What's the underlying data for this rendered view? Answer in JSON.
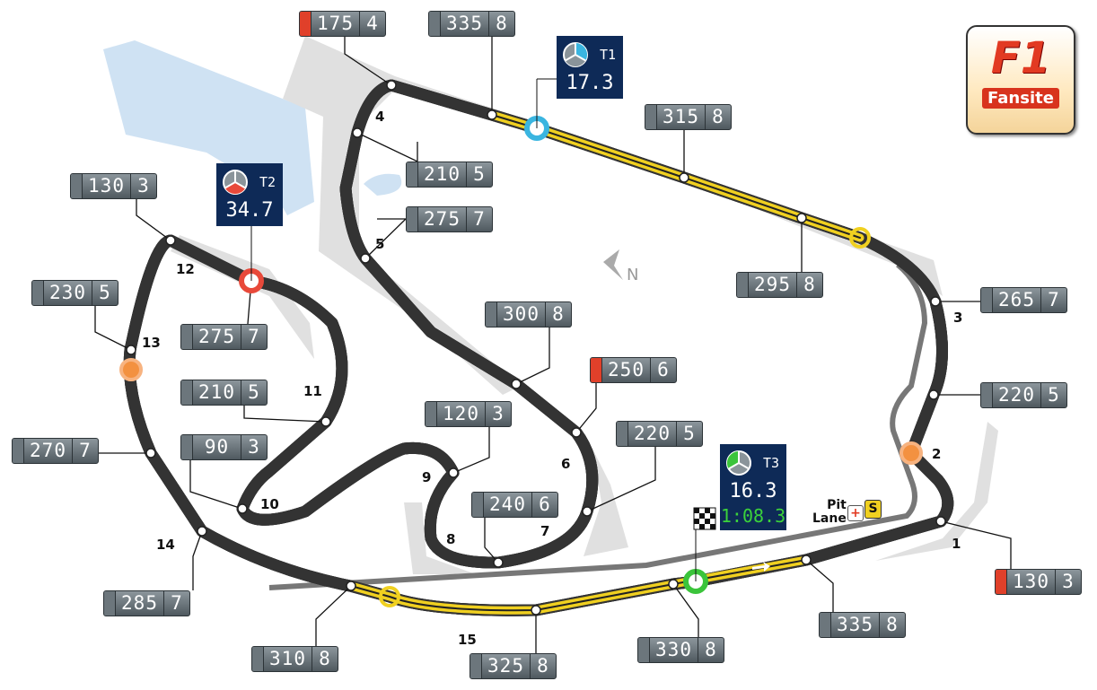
{
  "logo": {
    "title": "F1",
    "subtitle": "Fansite"
  },
  "north_label": "N",
  "pit_lane": {
    "line1": "Pit",
    "line2": "Lane",
    "medical_icon": "+",
    "safety_icon": "S"
  },
  "sectors": [
    {
      "label": "T1",
      "time": "17.3",
      "color": "#3ab5e0"
    },
    {
      "label": "T2",
      "time": "34.7",
      "color": "#e8493a"
    },
    {
      "label": "T3",
      "time": "16.3",
      "lap_time": "1:08.3",
      "color": "#3bc43b"
    }
  ],
  "turns": [
    "1",
    "2",
    "3",
    "4",
    "5",
    "6",
    "7",
    "8",
    "9",
    "10",
    "11",
    "12",
    "13",
    "14",
    "15"
  ],
  "speed_boxes": [
    {
      "speed": "175",
      "gear": "4",
      "braking": true
    },
    {
      "speed": "335",
      "gear": "8",
      "braking": false
    },
    {
      "speed": "315",
      "gear": "8",
      "braking": false
    },
    {
      "speed": "210",
      "gear": "5",
      "braking": false
    },
    {
      "speed": "275",
      "gear": "7",
      "braking": false
    },
    {
      "speed": "130",
      "gear": "3",
      "braking": false
    },
    {
      "speed": "230",
      "gear": "5",
      "braking": false
    },
    {
      "speed": "275",
      "gear": "7",
      "braking": false
    },
    {
      "speed": "210",
      "gear": "5",
      "braking": false
    },
    {
      "speed": "270",
      "gear": "7",
      "braking": false
    },
    {
      "speed": "90",
      "gear": "3",
      "braking": false
    },
    {
      "speed": "285",
      "gear": "7",
      "braking": false
    },
    {
      "speed": "310",
      "gear": "8",
      "braking": false
    },
    {
      "speed": "325",
      "gear": "8",
      "braking": false
    },
    {
      "speed": "330",
      "gear": "8",
      "braking": false
    },
    {
      "speed": "335",
      "gear": "8",
      "braking": false
    },
    {
      "speed": "130",
      "gear": "3",
      "braking": true
    },
    {
      "speed": "220",
      "gear": "5",
      "braking": false
    },
    {
      "speed": "265",
      "gear": "7",
      "braking": false
    },
    {
      "speed": "295",
      "gear": "8",
      "braking": false
    },
    {
      "speed": "300",
      "gear": "8",
      "braking": false
    },
    {
      "speed": "250",
      "gear": "6",
      "braking": true
    },
    {
      "speed": "220",
      "gear": "5",
      "braking": false
    },
    {
      "speed": "240",
      "gear": "6",
      "braking": false
    },
    {
      "speed": "120",
      "gear": "3",
      "braking": false
    }
  ],
  "colors": {
    "drs": "#f0d020",
    "track": "#444444",
    "runoff": "#dcdcdc",
    "water": "#cfe2f3",
    "sector_bg": "#0e2a57"
  }
}
